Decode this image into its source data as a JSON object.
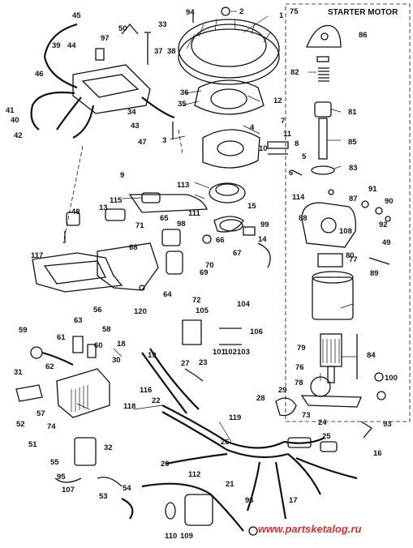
{
  "diagram": {
    "heading": "STARTER MOTOR",
    "watermark": "www.partsketalog.ru",
    "callouts": [
      "1",
      "2",
      "3",
      "4",
      "5",
      "6",
      "7",
      "8",
      "9",
      "10",
      "11",
      "12",
      "13",
      "14",
      "15",
      "16",
      "17",
      "18",
      "19",
      "20",
      "21",
      "22",
      "23",
      "24",
      "25",
      "26",
      "27",
      "28",
      "29",
      "30",
      "31",
      "32",
      "33",
      "34",
      "35",
      "36",
      "37",
      "38",
      "39",
      "40",
      "41",
      "42",
      "43",
      "44",
      "45",
      "46",
      "47",
      "48",
      "49",
      "50",
      "51",
      "52",
      "53",
      "54",
      "55",
      "56",
      "57",
      "58",
      "59",
      "60",
      "61",
      "62",
      "63",
      "64",
      "65",
      "66",
      "67",
      "68",
      "69",
      "70",
      "71",
      "72",
      "73",
      "74",
      "75",
      "76",
      "77",
      "78",
      "79",
      "80",
      "81",
      "82",
      "83",
      "84",
      "85",
      "86",
      "87",
      "88",
      "89",
      "90",
      "91",
      "92",
      "93",
      "94",
      "95",
      "96",
      "97",
      "98",
      "99",
      "100",
      "101",
      "102",
      "103",
      "104",
      "105",
      "106",
      "107",
      "108",
      "109",
      "110",
      "111",
      "112",
      "113",
      "114",
      "115",
      "116",
      "117",
      "118",
      "119",
      "120"
    ]
  }
}
